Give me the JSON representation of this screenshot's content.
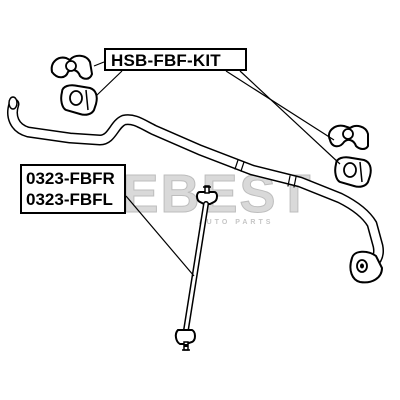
{
  "labels": {
    "kit": "HSB-FBF-KIT",
    "link_right": "0323-FBFR",
    "link_left": "0323-FBFL"
  },
  "watermark": {
    "brand": "FEBEST",
    "tagline": "AUTO PARTS"
  },
  "colors": {
    "line": "#000000",
    "part_fill": "#ffffff",
    "part_shade": "#e6e6e6",
    "watermark": "#c8c8c8"
  }
}
